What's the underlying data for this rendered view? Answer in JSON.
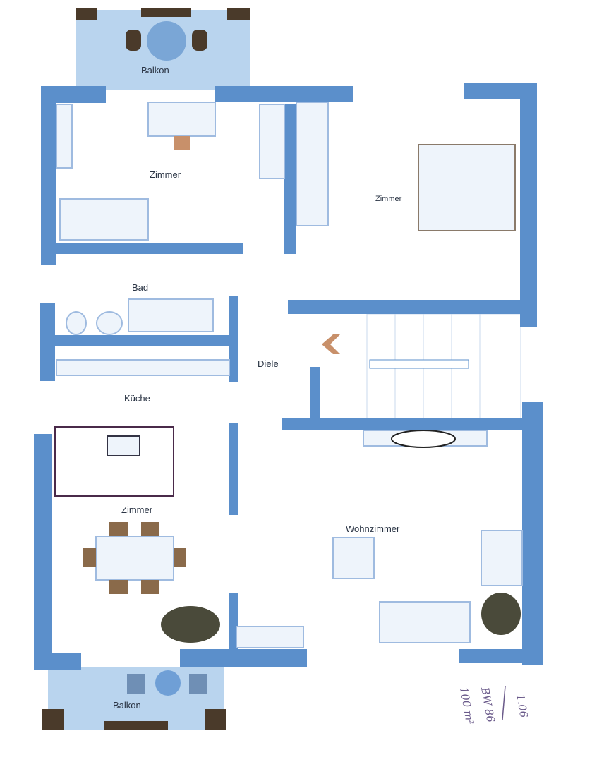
{
  "plan": {
    "rooms": [
      {
        "id": "balkon-top",
        "label": "Balkon"
      },
      {
        "id": "zimmer-top-left",
        "label": "Zimmer"
      },
      {
        "id": "zimmer-top-right",
        "label": "Zimmer"
      },
      {
        "id": "bad",
        "label": "Bad"
      },
      {
        "id": "diele",
        "label": "Diele"
      },
      {
        "id": "kueche",
        "label": "Küche"
      },
      {
        "id": "zimmer-bottom-left",
        "label": "Zimmer"
      },
      {
        "id": "wohnzimmer",
        "label": "Wohnzimmer"
      },
      {
        "id": "balkon-bottom",
        "label": "Balkon"
      }
    ],
    "handwritten_note": {
      "line1": "1.06",
      "line2": "BW 86",
      "line3": "100 m²"
    },
    "colors": {
      "wall": "#5b8fcb",
      "tile": "#b9d4ee",
      "furniture": "#dbe8f6",
      "accent": "#c8906a"
    }
  }
}
